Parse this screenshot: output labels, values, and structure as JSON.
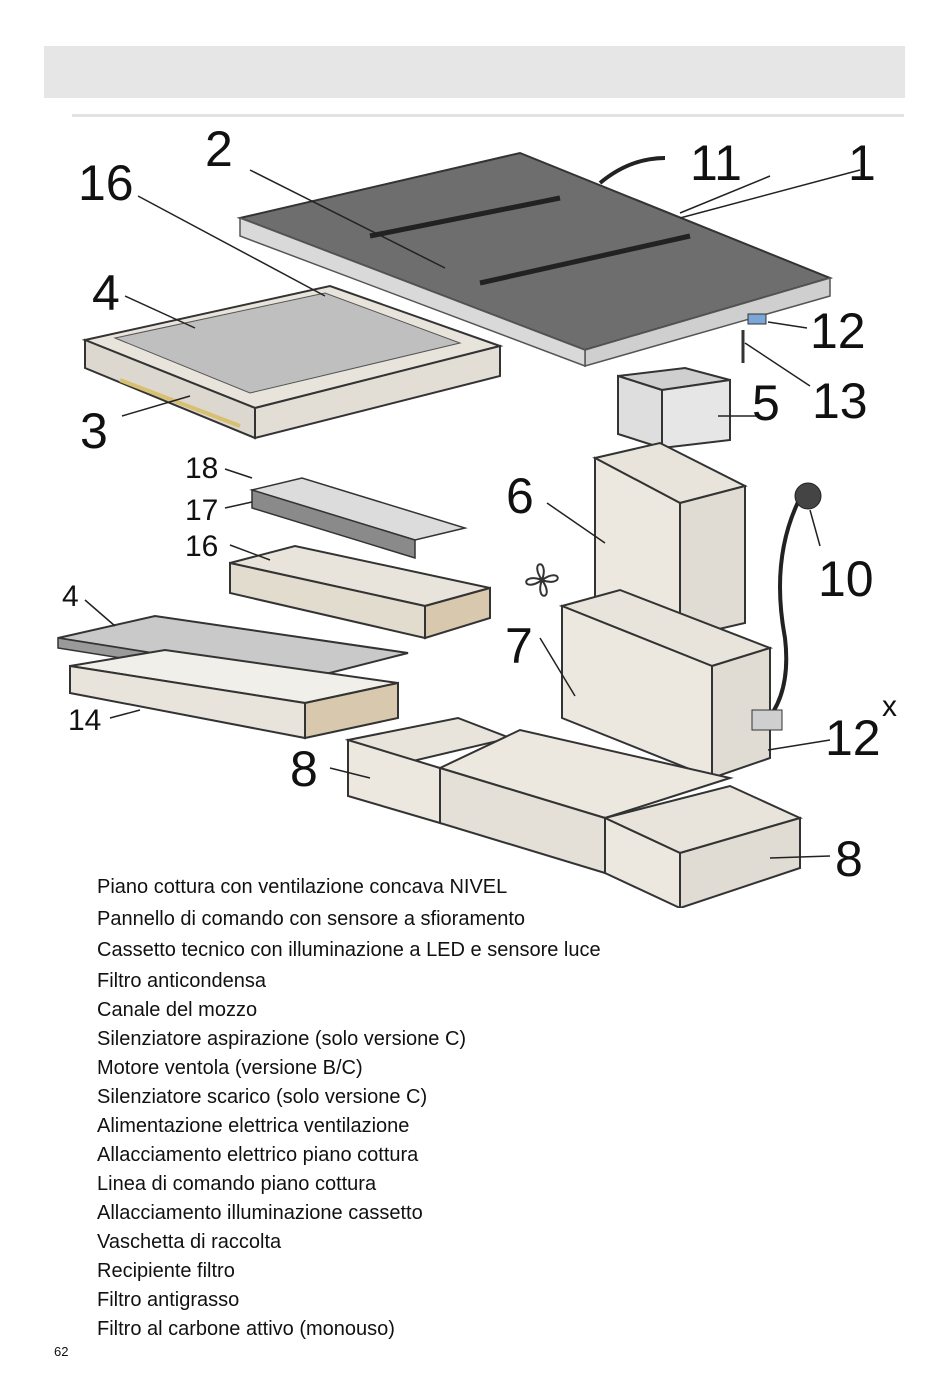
{
  "diagram": {
    "callouts": {
      "c1": "1",
      "c2": "2",
      "c3": "3",
      "c4a": "4",
      "c4b": "4",
      "c5": "5",
      "c6": "6",
      "c7": "7",
      "c8a": "8",
      "c8b": "8",
      "c10": "10",
      "c11": "11",
      "c12a": "12",
      "c12b": "12",
      "c12x": "x",
      "c13": "13",
      "c14": "14",
      "c16a": "16",
      "c16b": "16",
      "c17": "17",
      "c18": "18"
    }
  },
  "legend": {
    "items": [
      "Piano cottura con ventilazione concava NIVEL",
      "Pannello di comando con sensore a sfioramento",
      "Cassetto tecnico con illuminazione a LED e sensore luce",
      "Filtro anticondensa",
      "Canale del mozzo",
      "Silenziatore aspirazione (solo versione C)",
      "Motore ventola (versione B/C)",
      "Silenziatore scarico (solo versione C)",
      "Alimentazione elettrica ventilazione",
      "Allacciamento elettrico piano cottura",
      "Linea di comando piano cottura",
      "Allacciamento illuminazione cassetto",
      "Vaschetta di raccolta",
      "Recipiente filtro",
      "Filtro antigrasso",
      "Filtro al carbone attivo (monouso)"
    ]
  },
  "footer": {
    "page_number": "62"
  },
  "colors": {
    "header_bar": "#e6e6e6",
    "hob_glass": "#6e6e6e",
    "part_fill": "#e8e4dc"
  }
}
